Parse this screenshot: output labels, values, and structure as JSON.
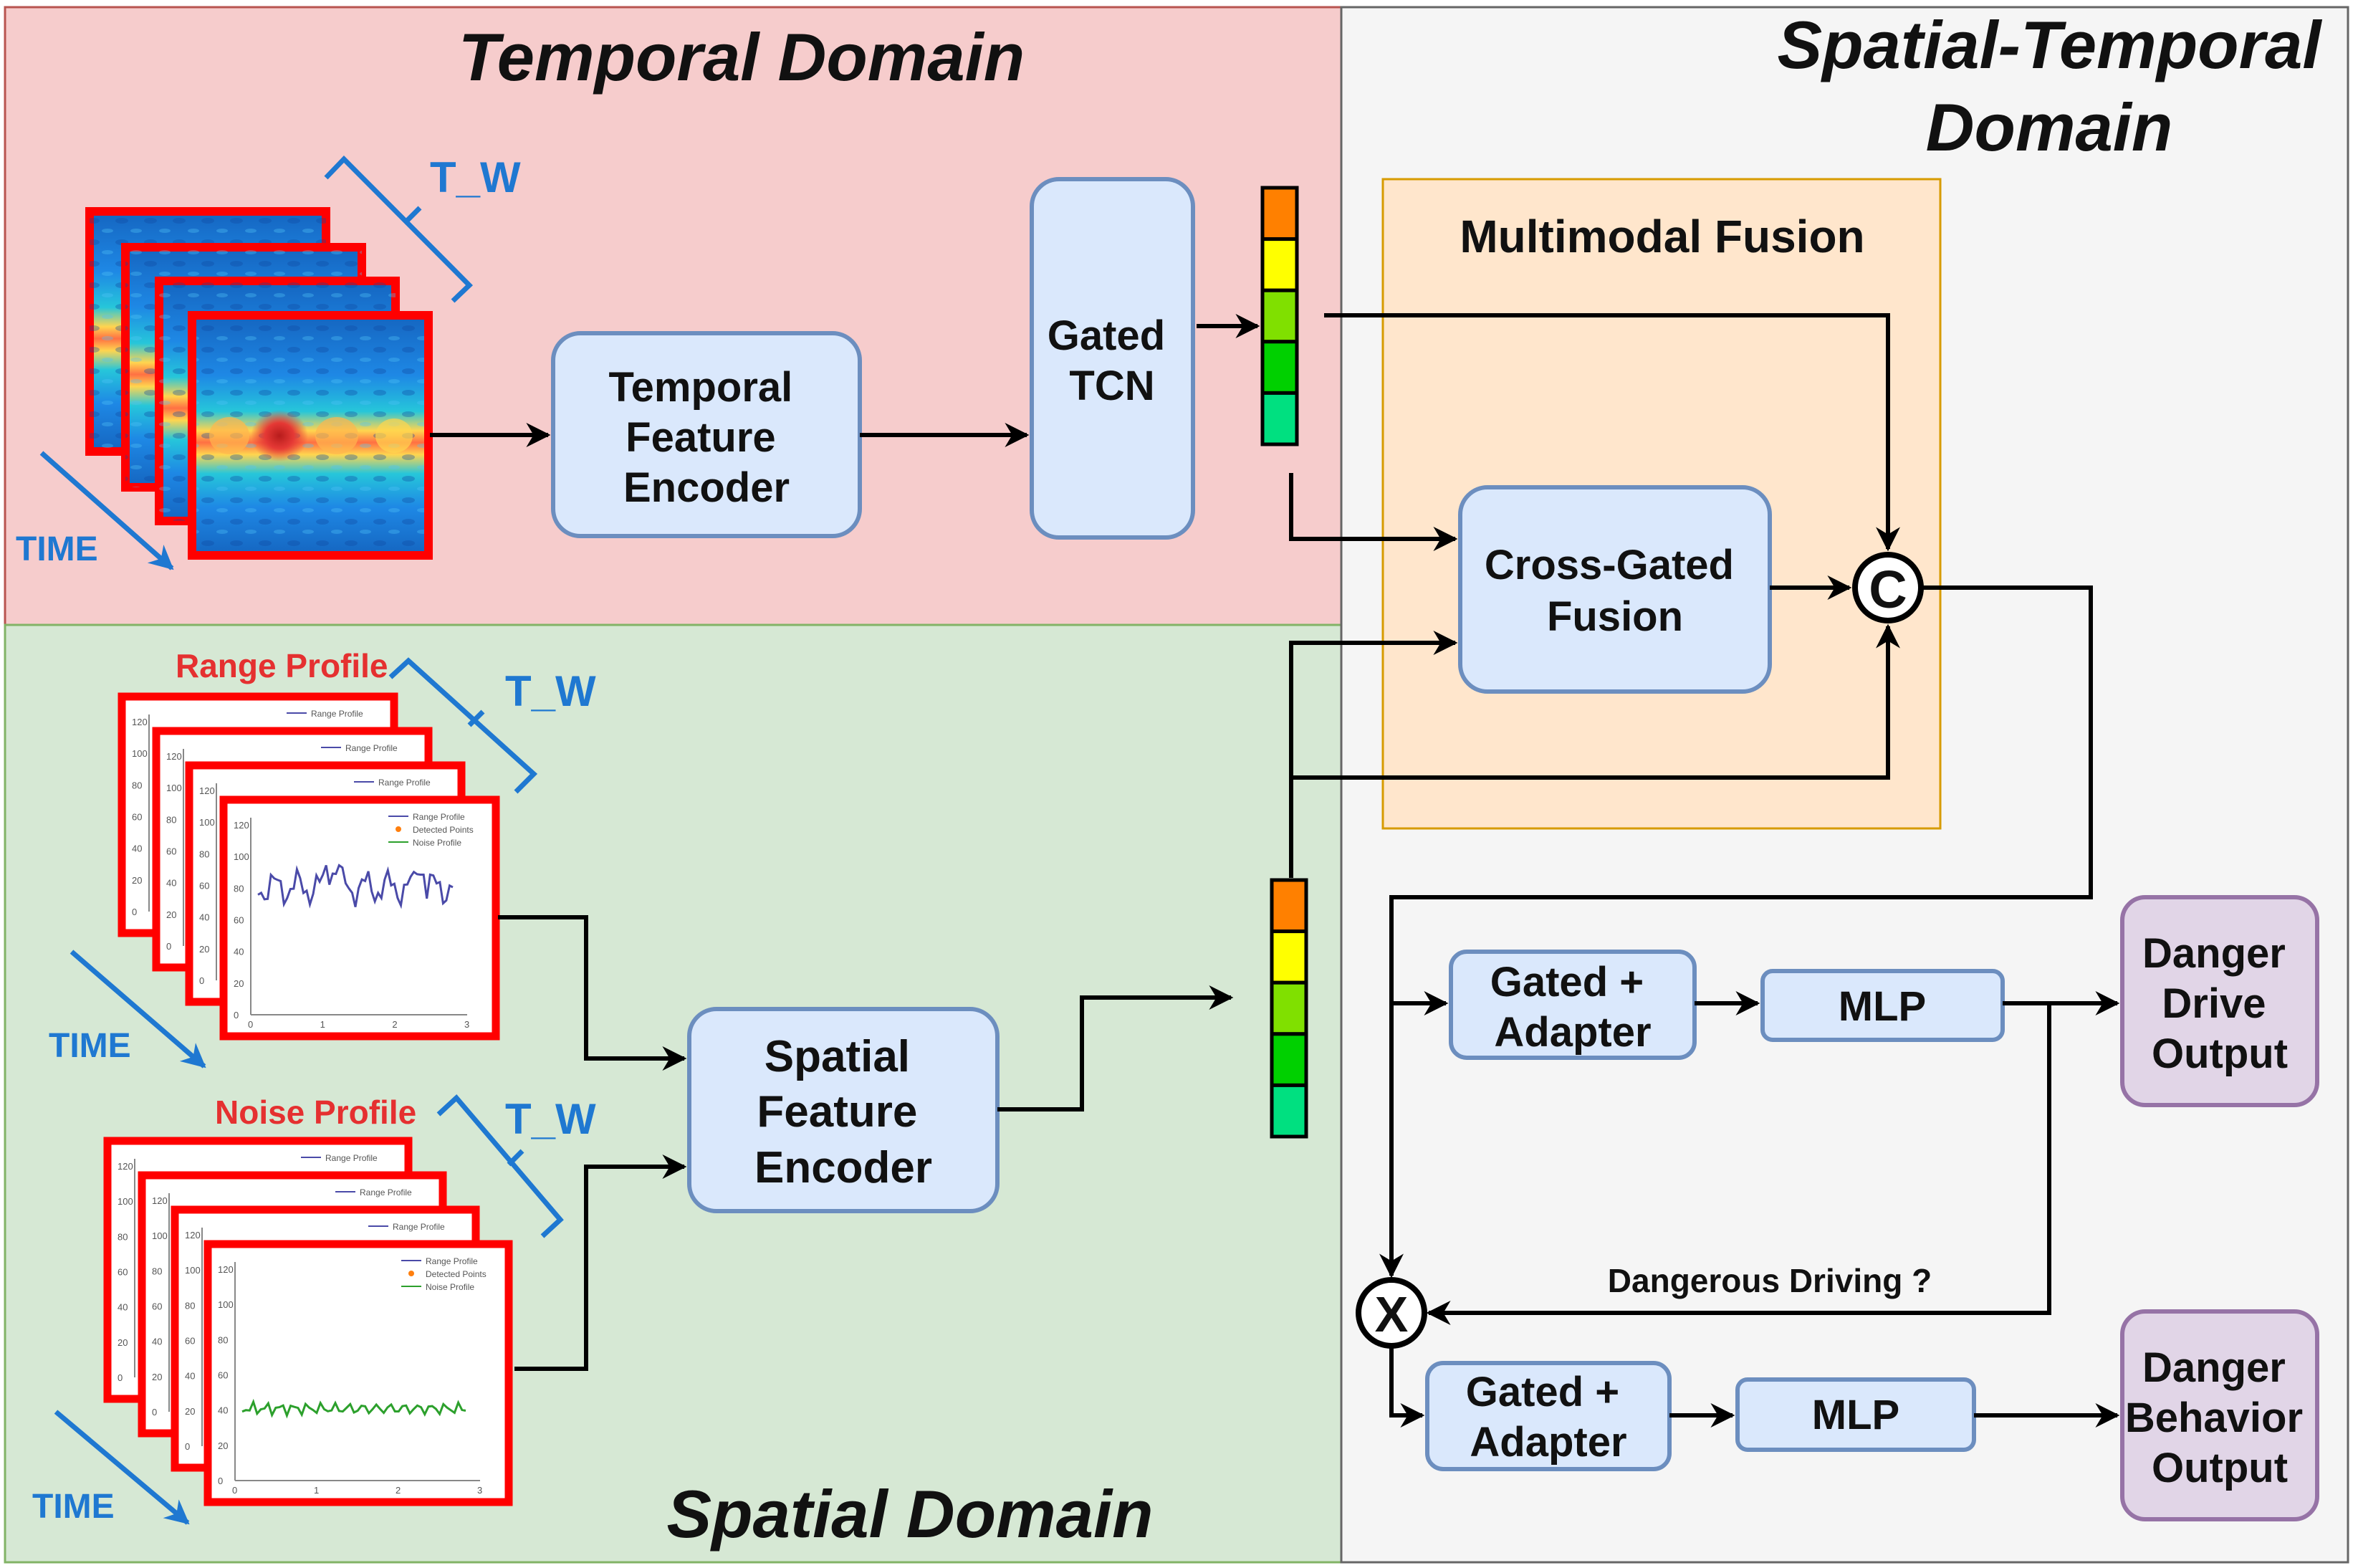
{
  "regions": {
    "temporal_title": "Temporal Domain",
    "spatial_title": "Spatial Domain",
    "spatiotemporal_title_line1": "Spatial-Temporal",
    "spatiotemporal_title_line2": "Domain",
    "fusion_title": "Multimodal Fusion"
  },
  "labels": {
    "tw": "T_W",
    "time": "TIME",
    "range_profile": "Range Profile",
    "noise_profile": "Noise Profile",
    "dangerous_driving": "Dangerous Driving ?"
  },
  "boxes": {
    "temporal_encoder": [
      "Temporal",
      "Feature",
      "Encoder"
    ],
    "gated_tcn": [
      "Gated",
      "TCN"
    ],
    "spatial_encoder": [
      "Spatial",
      "Feature",
      "Encoder"
    ],
    "cross_gated": [
      "Cross-Gated",
      "Fusion"
    ],
    "gated_adapter_1": [
      "Gated +",
      "Adapter"
    ],
    "gated_adapter_2": [
      "Gated +",
      "Adapter"
    ],
    "mlp_1": "MLP",
    "mlp_2": "MLP",
    "drive_output": [
      "Danger",
      "Drive",
      "Output"
    ],
    "behavior_output": [
      "Danger",
      "Behavior",
      "Output"
    ]
  },
  "operators": {
    "concat": "C",
    "multiply": "X"
  },
  "plot_legend": {
    "range_profile": "Range Profile",
    "detected_points": "Detected Points",
    "noise_profile": "Noise Profile"
  },
  "plot_ticks": {
    "y_range": [
      "120",
      "100",
      "80",
      "60",
      "40",
      "20",
      "0"
    ],
    "x": [
      "0",
      "1",
      "2",
      "3"
    ]
  },
  "colors": {
    "temporal_bg": "#f6cccc",
    "spatial_bg": "#d6e8d4",
    "spatiotemporal_bg": "#f5f5f5",
    "fusion_bg": "#ffe6cc",
    "box_fill": "#dae8fc",
    "box_stroke": "#6c8ebf",
    "output_fill": "#e1d5e7",
    "output_stroke": "#9673a6",
    "vector_colors": [
      "#ff8000",
      "#ffff00",
      "#80e000",
      "#00d000",
      "#00e080"
    ],
    "frame_red": "#ff0000",
    "accent_blue": "#1f78d1"
  }
}
